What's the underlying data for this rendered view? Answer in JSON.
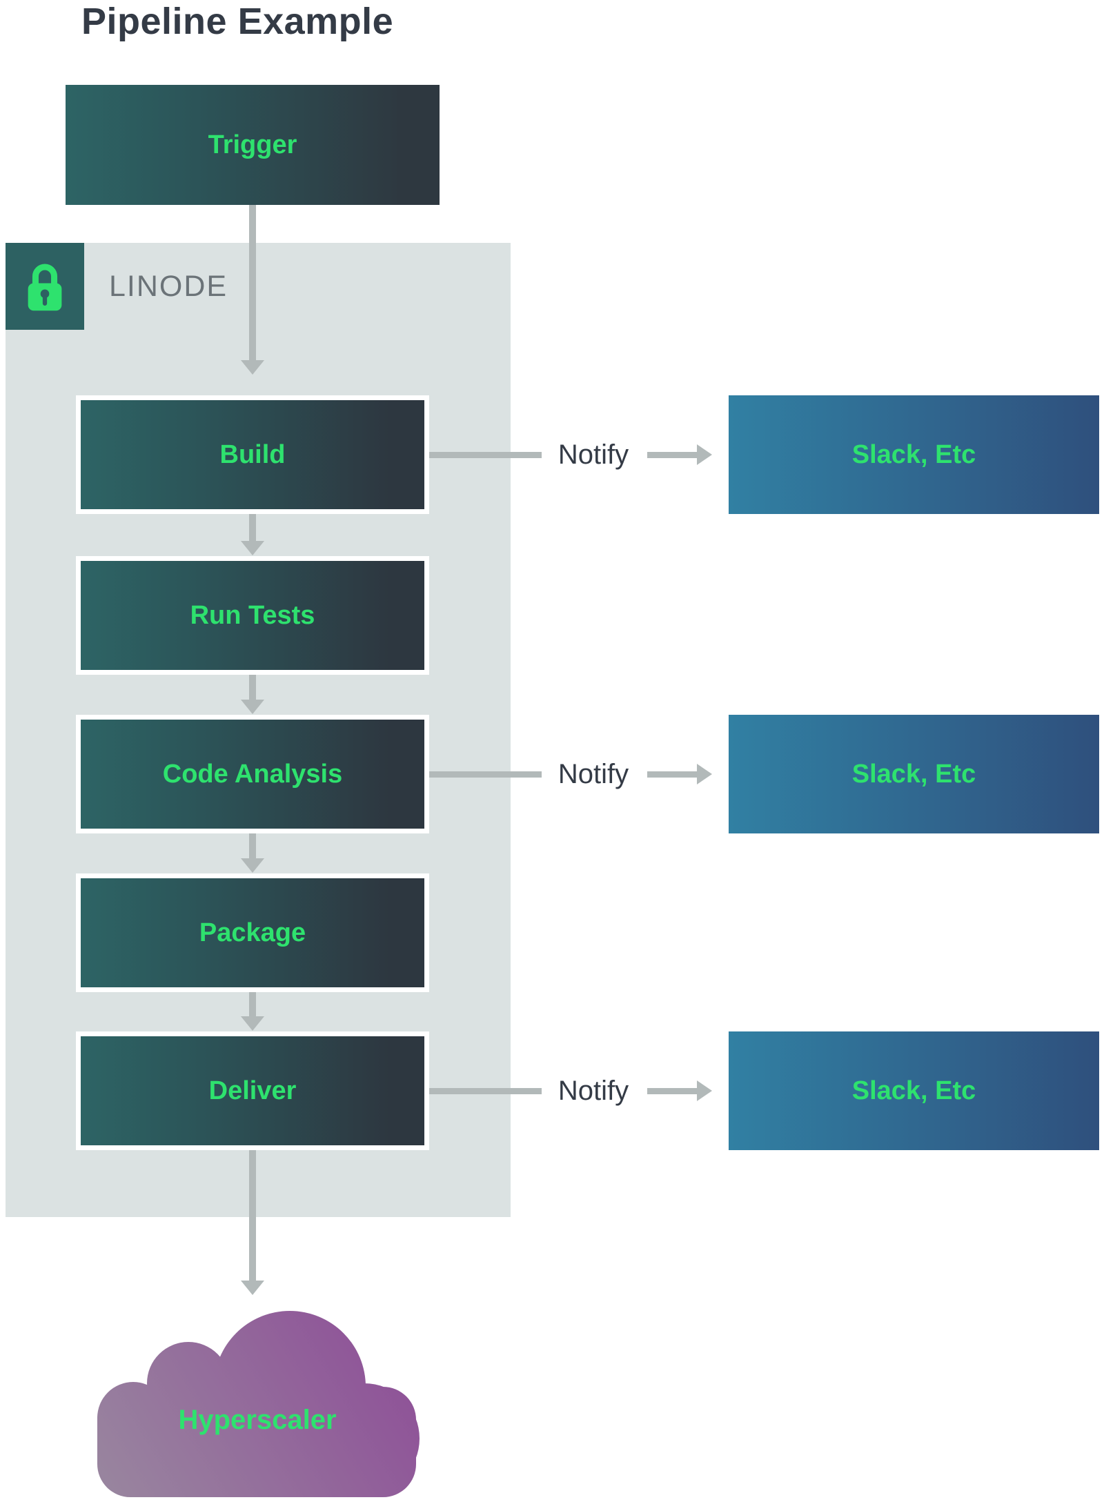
{
  "title": "Pipeline Example",
  "trigger": {
    "label": "Trigger"
  },
  "panel": {
    "label": "LINODE",
    "icon": "lock-icon"
  },
  "stages": [
    {
      "label": "Build",
      "notify": true
    },
    {
      "label": "Run Tests",
      "notify": false
    },
    {
      "label": "Code Analysis",
      "notify": true
    },
    {
      "label": "Package",
      "notify": false
    },
    {
      "label": "Deliver",
      "notify": true
    }
  ],
  "notify": {
    "label": "Notify",
    "target_label": "Slack, Etc"
  },
  "cloud": {
    "label": "Hyperscaler"
  },
  "colors": {
    "accent_green": "#2ee26e",
    "text_dark": "#343b46",
    "panel_bg": "#dbe2e2",
    "badge_bg": "#2d6162",
    "stage_gradient_start": "#2d6465",
    "stage_gradient_end": "#2d3740",
    "notify_box_gradient_start": "#3180a3",
    "notify_box_gradient_end": "#2f507d",
    "cloud_gradient_start": "#99879f",
    "cloud_gradient_end": "#8d4b97",
    "arrow_gray": "#b2b9b9"
  }
}
